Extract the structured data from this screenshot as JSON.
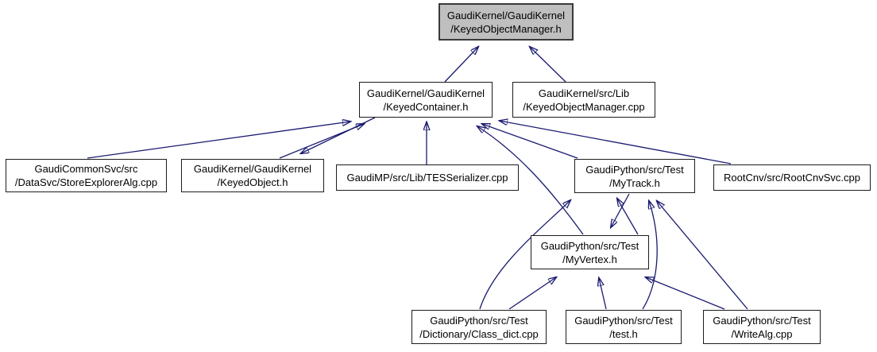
{
  "graph": {
    "title": "include dependency graph for KeyedObjectManager.h",
    "background_color": "#ffffff",
    "edge_color": "#191970",
    "node_border_color": "#1c1c1c",
    "current_node_fill": "#bfbfbf",
    "nodes": [
      {
        "id": "keyed-object-manager-h",
        "label": "GaudiKernel/GaudiKernel\n/KeyedObjectManager.h",
        "current": true
      },
      {
        "id": "keyed-container-h",
        "label": "GaudiKernel/GaudiKernel\n/KeyedContainer.h",
        "current": false
      },
      {
        "id": "keyed-object-manager-cpp",
        "label": "GaudiKernel/src/Lib\n/KeyedObjectManager.cpp",
        "current": false
      },
      {
        "id": "store-explorer-alg-cpp",
        "label": "GaudiCommonSvc/src\n/DataSvc/StoreExplorerAlg.cpp",
        "current": false
      },
      {
        "id": "keyed-object-h",
        "label": "GaudiKernel/GaudiKernel\n/KeyedObject.h",
        "current": false
      },
      {
        "id": "tes-serializer-cpp",
        "label": "GaudiMP/src/Lib/TESSerializer.cpp",
        "current": false
      },
      {
        "id": "my-track-h",
        "label": "GaudiPython/src/Test\n/MyTrack.h",
        "current": false
      },
      {
        "id": "root-cnv-svc-cpp",
        "label": "RootCnv/src/RootCnvSvc.cpp",
        "current": false
      },
      {
        "id": "my-vertex-h",
        "label": "GaudiPython/src/Test\n/MyVertex.h",
        "current": false
      },
      {
        "id": "class-dict-cpp",
        "label": "GaudiPython/src/Test\n/Dictionary/Class_dict.cpp",
        "current": false
      },
      {
        "id": "test-h",
        "label": "GaudiPython/src/Test\n/test.h",
        "current": false
      },
      {
        "id": "write-alg-cpp",
        "label": "GaudiPython/src/Test\n/WriteAlg.cpp",
        "current": false
      }
    ],
    "edges": [
      {
        "from": "keyed-container-h",
        "to": "keyed-object-manager-h"
      },
      {
        "from": "keyed-object-manager-cpp",
        "to": "keyed-object-manager-h"
      },
      {
        "from": "store-explorer-alg-cpp",
        "to": "keyed-container-h"
      },
      {
        "from": "keyed-object-h",
        "to": "keyed-container-h"
      },
      {
        "from": "keyed-container-h",
        "to": "keyed-object-h"
      },
      {
        "from": "tes-serializer-cpp",
        "to": "keyed-container-h"
      },
      {
        "from": "my-track-h",
        "to": "keyed-container-h"
      },
      {
        "from": "root-cnv-svc-cpp",
        "to": "keyed-container-h"
      },
      {
        "from": "my-vertex-h",
        "to": "keyed-container-h"
      },
      {
        "from": "class-dict-cpp",
        "to": "my-track-h"
      },
      {
        "from": "my-vertex-h",
        "to": "my-track-h"
      },
      {
        "from": "my-track-h",
        "to": "my-vertex-h"
      },
      {
        "from": "class-dict-cpp",
        "to": "my-vertex-h"
      },
      {
        "from": "test-h",
        "to": "my-vertex-h"
      },
      {
        "from": "write-alg-cpp",
        "to": "my-vertex-h"
      },
      {
        "from": "test-h",
        "to": "my-track-h"
      },
      {
        "from": "write-alg-cpp",
        "to": "my-track-h"
      }
    ]
  }
}
